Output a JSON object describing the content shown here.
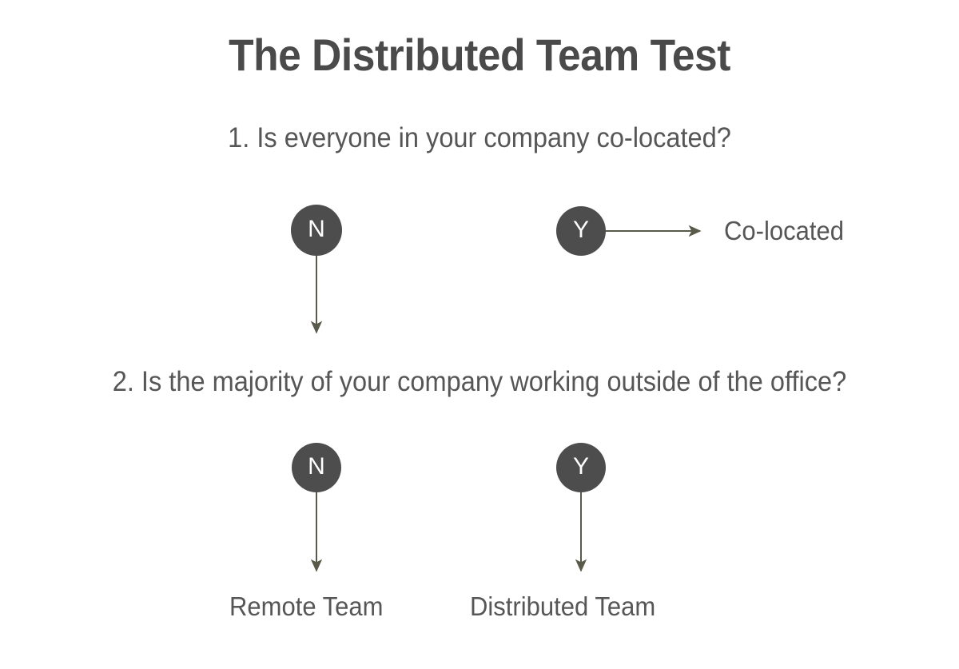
{
  "page": {
    "title": "The Distributed Team Test",
    "background_color": "#ffffff"
  },
  "colors": {
    "title_text": "#4a4a4a",
    "body_text": "#565656",
    "node_fill": "#4d4d4d",
    "node_text": "#ffffff",
    "arrow": "#5a5a4a"
  },
  "diagram": {
    "type": "decision-flowchart",
    "questions": [
      {
        "id": "q1",
        "number": "1.",
        "text": "1. Is everyone in your company co-located?",
        "options": [
          {
            "id": "q1-no",
            "label": "N",
            "leads_to": "q2"
          },
          {
            "id": "q1-yes",
            "label": "Y",
            "leads_to": "Co-located"
          }
        ]
      },
      {
        "id": "q2",
        "number": "2.",
        "text": "2. Is the majority of your company working outside of the office?",
        "options": [
          {
            "id": "q2-no",
            "label": "N",
            "leads_to": "Remote Team"
          },
          {
            "id": "q2-yes",
            "label": "Y",
            "leads_to": "Distributed Team"
          }
        ]
      }
    ],
    "outcomes": [
      {
        "id": "outcome-colocated",
        "label": "Co-located"
      },
      {
        "id": "outcome-remote",
        "label": "Remote Team"
      },
      {
        "id": "outcome-distributed",
        "label": "Distributed Team"
      }
    ],
    "edges": [
      {
        "id": "edge-q1-no-to-q2",
        "from": "q1-no",
        "to": "q2",
        "direction": "down"
      },
      {
        "id": "edge-q1-yes-to-colocated",
        "from": "q1-yes",
        "to": "outcome-colocated",
        "direction": "right"
      },
      {
        "id": "edge-q2-no-to-remote",
        "from": "q2-no",
        "to": "outcome-remote",
        "direction": "down"
      },
      {
        "id": "edge-q2-yes-to-distrib",
        "from": "q2-yes",
        "to": "outcome-distributed",
        "direction": "down"
      }
    ]
  }
}
